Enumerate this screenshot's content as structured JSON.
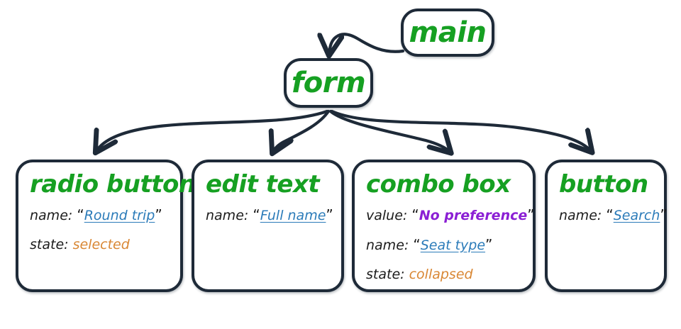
{
  "diagram": {
    "type": "accessibility-tree",
    "background": "#ffffff",
    "colors": {
      "node_border": "#1e2a38",
      "node_title": "#16a022",
      "attribute_key": "#1b1b1b",
      "link_value": "#2b7bb9",
      "emphasis_value": "#8b1fd4",
      "state_value": "#d98734",
      "edge": "#1e2a38"
    },
    "nodes": [
      {
        "id": "main",
        "title": "main",
        "kind": "compact",
        "attributes": []
      },
      {
        "id": "form",
        "title": "form",
        "kind": "compact",
        "attributes": []
      },
      {
        "id": "radio-button",
        "title": "radio button",
        "kind": "leaf",
        "attributes": [
          {
            "key": "name:",
            "value": "Round trip",
            "style": "link",
            "quoted": true
          },
          {
            "key": "state:",
            "value": "selected",
            "style": "state",
            "quoted": false
          }
        ]
      },
      {
        "id": "edit-text",
        "title": "edit text",
        "kind": "leaf",
        "attributes": [
          {
            "key": "name:",
            "value": "Full name",
            "style": "link",
            "quoted": true
          }
        ]
      },
      {
        "id": "combo-box",
        "title": "combo box",
        "kind": "leaf",
        "attributes": [
          {
            "key": "value:",
            "value": "No preference",
            "style": "strong",
            "quoted": true
          },
          {
            "key": "name:",
            "value": "Seat type",
            "style": "link",
            "quoted": true
          },
          {
            "key": "state:",
            "value": "collapsed",
            "style": "state",
            "quoted": false
          }
        ]
      },
      {
        "id": "button",
        "title": "button",
        "kind": "leaf",
        "attributes": [
          {
            "key": "name:",
            "value": "Search",
            "style": "link",
            "quoted": true
          }
        ]
      }
    ],
    "edges": [
      {
        "from": "main",
        "to": "form"
      },
      {
        "from": "form",
        "to": "radio-button"
      },
      {
        "from": "form",
        "to": "edit-text"
      },
      {
        "from": "form",
        "to": "combo-box"
      },
      {
        "from": "form",
        "to": "button"
      }
    ]
  }
}
